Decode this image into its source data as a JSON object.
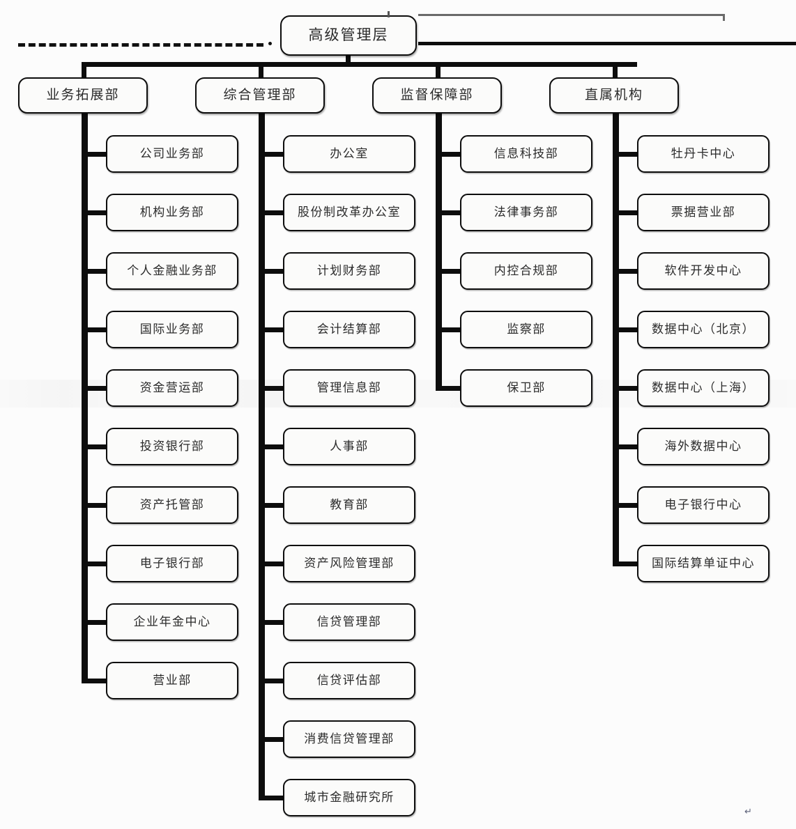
{
  "diagram": {
    "title": "高级管理层",
    "root": {
      "label": "高级管理层"
    },
    "branches": [
      {
        "label": "业务拓展部",
        "children": [
          {
            "label": "公司业务部"
          },
          {
            "label": "机构业务部"
          },
          {
            "label": "个人金融业务部"
          },
          {
            "label": "国际业务部"
          },
          {
            "label": "资金营运部"
          },
          {
            "label": "投资银行部"
          },
          {
            "label": "资产托管部"
          },
          {
            "label": "电子银行部"
          },
          {
            "label": "企业年金中心"
          },
          {
            "label": "营业部"
          }
        ]
      },
      {
        "label": "综合管理部",
        "children": [
          {
            "label": "办公室"
          },
          {
            "label": "股份制改革办公室"
          },
          {
            "label": "计划财务部"
          },
          {
            "label": "会计结算部"
          },
          {
            "label": "管理信息部"
          },
          {
            "label": "人事部"
          },
          {
            "label": "教育部"
          },
          {
            "label": "资产风险管理部"
          },
          {
            "label": "信贷管理部"
          },
          {
            "label": "信贷评估部"
          },
          {
            "label": "消费信贷管理部"
          },
          {
            "label": "城市金融研究所"
          }
        ]
      },
      {
        "label": "监督保障部",
        "children": [
          {
            "label": "信息科技部"
          },
          {
            "label": "法律事务部"
          },
          {
            "label": "内控合规部"
          },
          {
            "label": "监察部"
          },
          {
            "label": "保卫部"
          }
        ]
      },
      {
        "label": "直属机构",
        "children": [
          {
            "label": "牡丹卡中心"
          },
          {
            "label": "票据营业部"
          },
          {
            "label": "软件开发中心"
          },
          {
            "label": "数据中心（北京）"
          },
          {
            "label": "数据中心（上海）"
          },
          {
            "label": "海外数据中心"
          },
          {
            "label": "电子银行中心"
          },
          {
            "label": "国际结算单证中心"
          }
        ]
      }
    ],
    "end_mark": "↵",
    "colors": {
      "line": "#0d0d0d",
      "thin_rule": "#6a6a6a",
      "box_fill": "#fbfbfa",
      "box_border": "#0d0d0d",
      "text": "#2a2a2a",
      "background": "#fcfcfc"
    }
  }
}
